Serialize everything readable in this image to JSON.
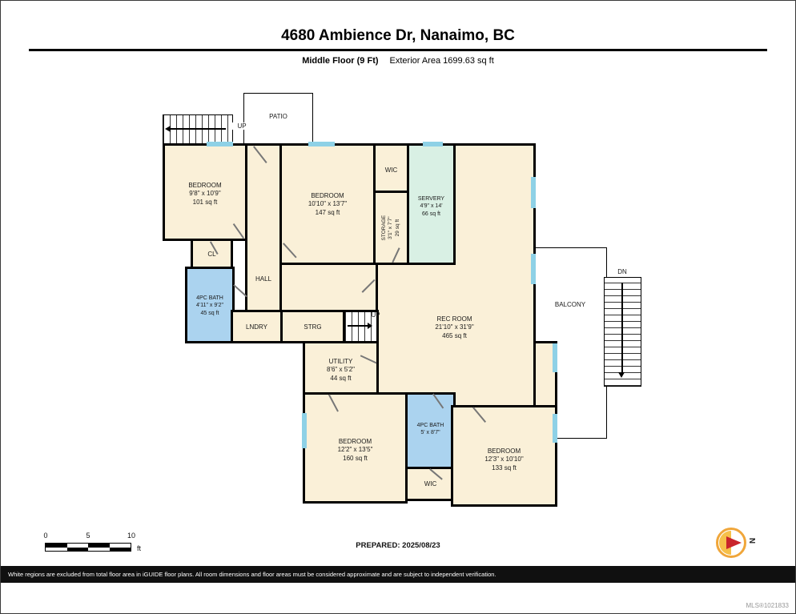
{
  "header": {
    "title": "4680 Ambience Dr, Nanaimo, BC",
    "floor": "Middle Floor (9 Ft)",
    "exterior_area": "Exterior Area 1699.63 sq ft"
  },
  "plan": {
    "patio": "PATIO",
    "up_top": "UP",
    "up_mid": "UP",
    "dn": "DN",
    "balcony": "BALCONY",
    "hall": "HALL",
    "cl": "CL",
    "lndry": "LNDRY",
    "strg": "STRG",
    "wic_top": "WIC",
    "wic_bottom": "WIC",
    "bedroom_tl": {
      "name": "BEDROOM",
      "dims": "9'8\" x 10'9\"",
      "area": "101 sq ft"
    },
    "bedroom_tm": {
      "name": "BEDROOM",
      "dims": "10'10\" x 13'7\"",
      "area": "147 sq ft"
    },
    "storage": {
      "name": "STORAGE",
      "dims": "3'1\" x 7'7\"",
      "area": "29 sq ft"
    },
    "servery": {
      "name": "SERVERY",
      "dims": "4'9\" x 14'",
      "area": "66 sq ft"
    },
    "bath_upper": {
      "name": "4PC BATH",
      "dims": "4'11\" x 9'2\"",
      "area": "45 sq ft"
    },
    "rec_room": {
      "name": "REC ROOM",
      "dims": "21'10\" x 31'9\"",
      "area": "465 sq ft"
    },
    "utility": {
      "name": "UTILITY",
      "dims": "8'6\" x 5'2\"",
      "area": "44 sq ft"
    },
    "bedroom_bl": {
      "name": "BEDROOM",
      "dims": "12'2\" x 13'5\"",
      "area": "160 sq ft"
    },
    "bath_lower": {
      "name": "4PC BATH",
      "dims": "5' x 8'7\""
    },
    "bedroom_br": {
      "name": "BEDROOM",
      "dims": "12'3\" x 10'10\"",
      "area": "133 sq ft"
    }
  },
  "scale_bar": {
    "zero": "0",
    "five": "5",
    "ten": "10",
    "unit": "ft"
  },
  "prepared": "PREPARED: 2025/08/23",
  "compass": {
    "north": "N"
  },
  "footer": {
    "disclaimer": "White regions are excluded from total floor area in iGUIDE floor plans. All room dimensions and floor areas must be considered approximate and are subject to independent verification.",
    "mls": "MLS®1021833"
  },
  "colors": {
    "room_fill": "#FAF0D8",
    "bath_fill": "#ABD3EF",
    "servery_fill": "#D9F0E4",
    "window": "#8ED1E6",
    "wall": "#000000"
  }
}
